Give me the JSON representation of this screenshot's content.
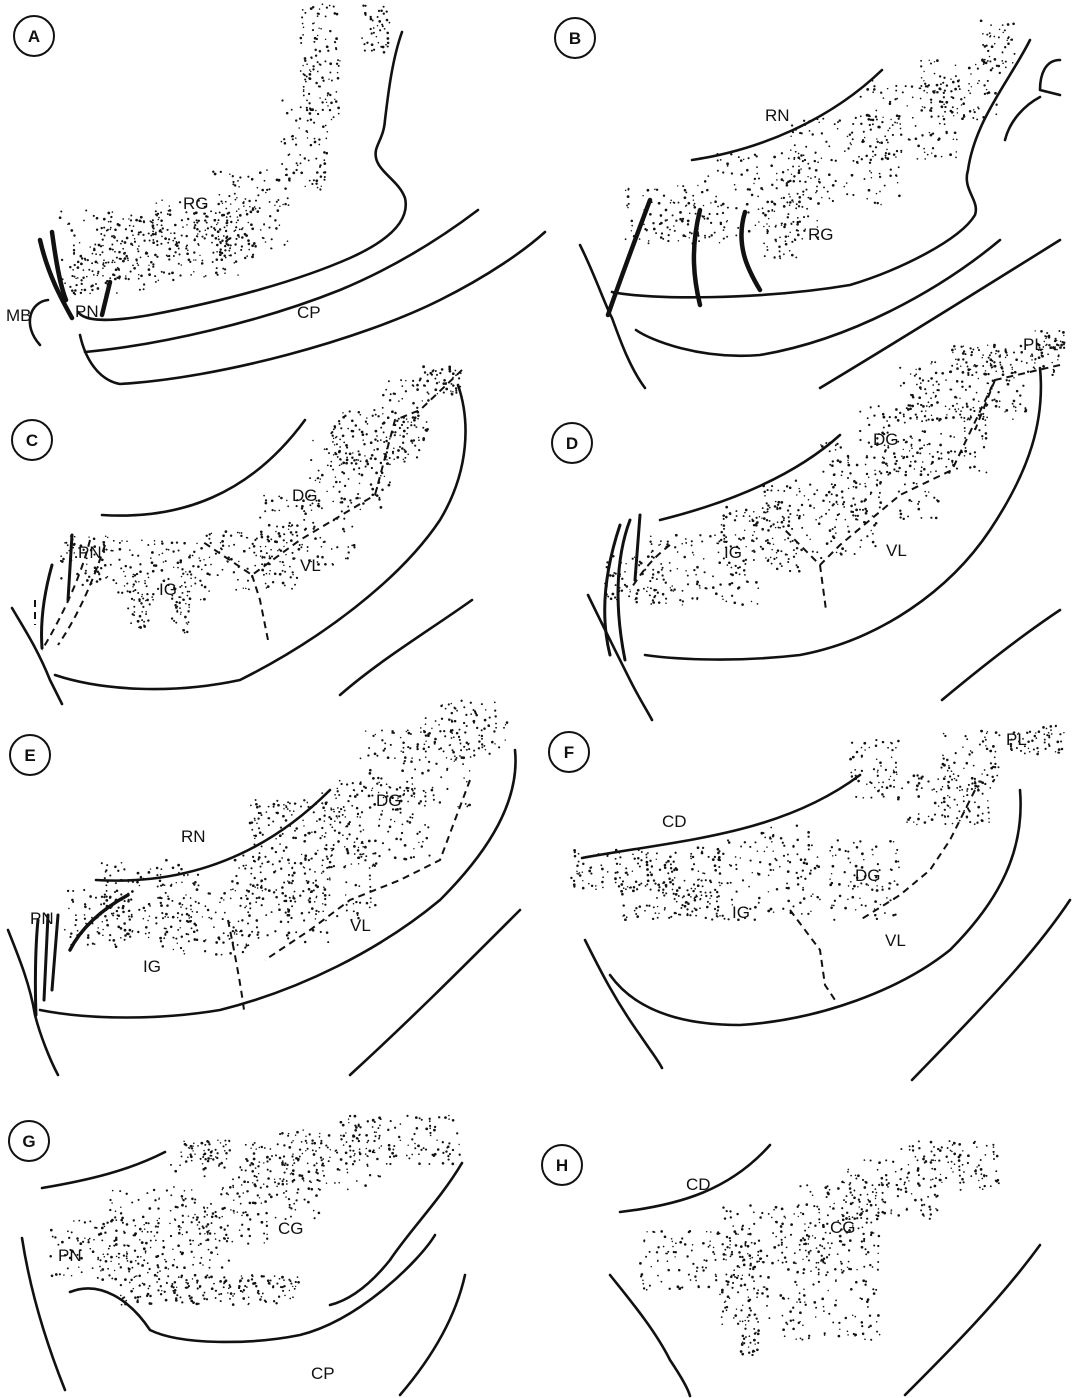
{
  "panels": [
    {
      "letter": "A",
      "labels": [
        "RG",
        "PN",
        "MB",
        "CP"
      ]
    },
    {
      "letter": "B",
      "labels": [
        "RN",
        "RG"
      ]
    },
    {
      "letter": "C",
      "labels": [
        "PN",
        "DG",
        "IG",
        "VL"
      ]
    },
    {
      "letter": "D",
      "labels": [
        "PL",
        "DG",
        "IG",
        "VL"
      ]
    },
    {
      "letter": "E",
      "labels": [
        "RN",
        "DG",
        "PN",
        "VL",
        "IG"
      ]
    },
    {
      "letter": "F",
      "labels": [
        "PL",
        "CD",
        "DG",
        "IG",
        "VL"
      ]
    },
    {
      "letter": "G",
      "labels": [
        "PN",
        "CG",
        "CP"
      ]
    },
    {
      "letter": "H",
      "labels": [
        "CD",
        "CG"
      ]
    }
  ]
}
